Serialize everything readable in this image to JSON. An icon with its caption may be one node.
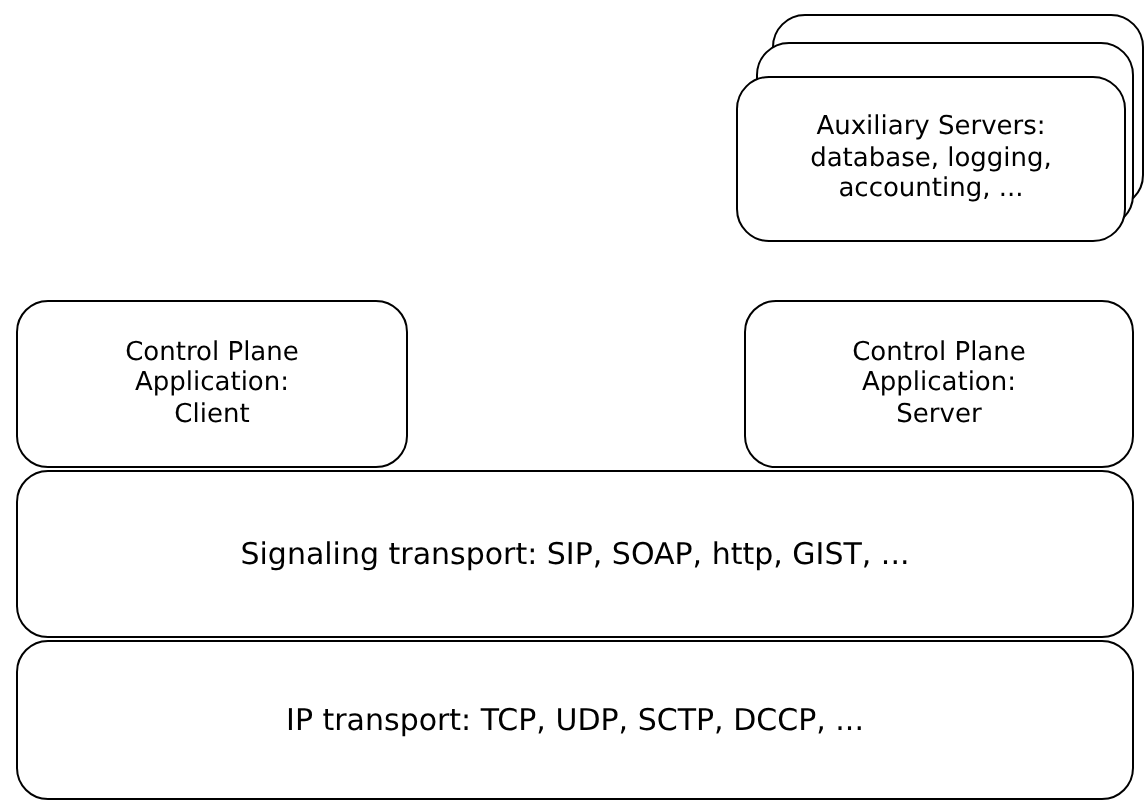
{
  "diagram": {
    "nodes": [
      {
        "text": [
          "Auxiliary Servers: database, logging, accounting, ..."
        ]
      },
      {
        "text": [
          "Control Plane Application: Client"
        ]
      },
      {
        "text": [
          "Control Plane Application: Server"
        ]
      },
      {
        "text": [
          "Signaling transport: SIP, SOAP, http, GIST, ..."
        ]
      },
      {
        "text": [
          "IP transport: TCP, UDP, SCTP, DCCP, ..."
        ]
      }
    ],
    "edges": []
  }
}
